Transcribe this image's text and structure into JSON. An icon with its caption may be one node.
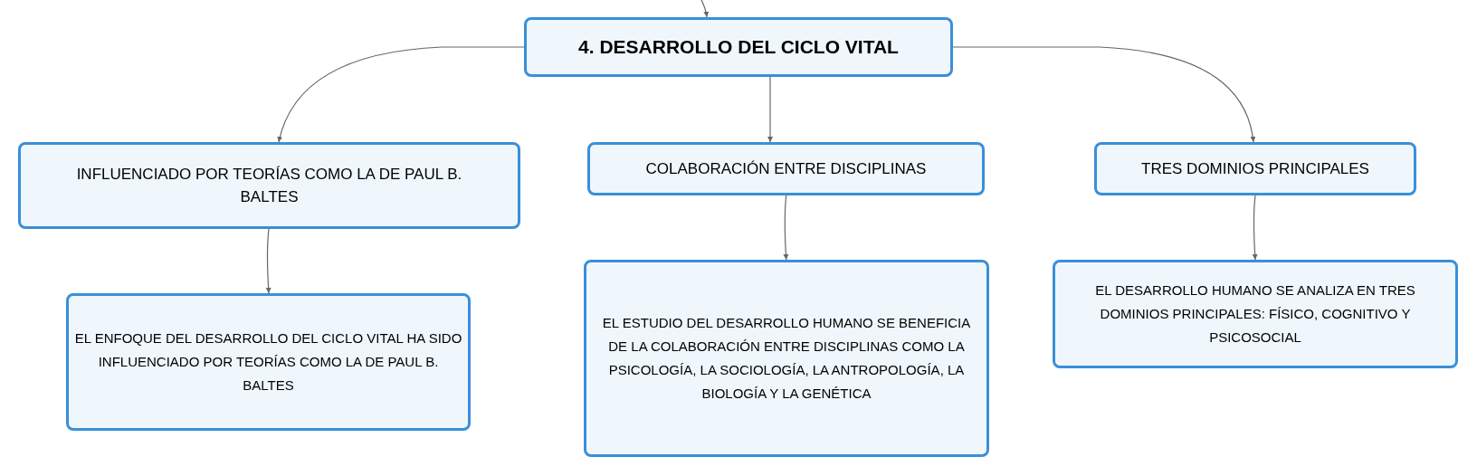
{
  "diagram": {
    "nodes": [
      {
        "text": [
          "4. DESARROLLO DEL CICLO VITAL"
        ]
      },
      {
        "text": [
          "INFLUENCIADO POR TEORÍAS COMO LA DE PAUL B. BALTES"
        ]
      },
      {
        "text": [
          "COLABORACIÓN ENTRE DISCIPLINAS"
        ]
      },
      {
        "text": [
          "TRES DOMINIOS PRINCIPALES"
        ]
      },
      {
        "text": [
          "EL ENFOQUE DEL DESARROLLO DEL CICLO VITAL HA SIDO INFLUENCIADO POR TEORÍAS COMO LA DE PAUL B. BALTES"
        ]
      },
      {
        "text": [
          "EL ESTUDIO DEL DESARROLLO HUMANO SE BENEFICIA DE LA COLABORACIÓN ENTRE DISCIPLINAS COMO LA PSICOLOGÍA, LA SOCIOLOGÍA, LA ANTROPOLOGÍA, LA BIOLOGÍA Y LA GENÉTICA"
        ]
      },
      {
        "text": [
          "EL DESARROLLO HUMANO SE ANALIZA EN TRES DOMINIOS PRINCIPALES: FÍSICO, COGNITIVO Y PSICOSOCIAL"
        ]
      }
    ],
    "edges": [
      {
        "from": null,
        "to": 0,
        "arrow": "to"
      },
      {
        "from": 0,
        "to": 1,
        "arrow": "to"
      },
      {
        "from": 0,
        "to": 2,
        "arrow": "to"
      },
      {
        "from": 0,
        "to": 3,
        "arrow": "to"
      },
      {
        "from": 1,
        "to": 4,
        "arrow": "to"
      },
      {
        "from": 2,
        "to": 5,
        "arrow": "to"
      },
      {
        "from": 3,
        "to": 6,
        "arrow": "to"
      }
    ]
  }
}
